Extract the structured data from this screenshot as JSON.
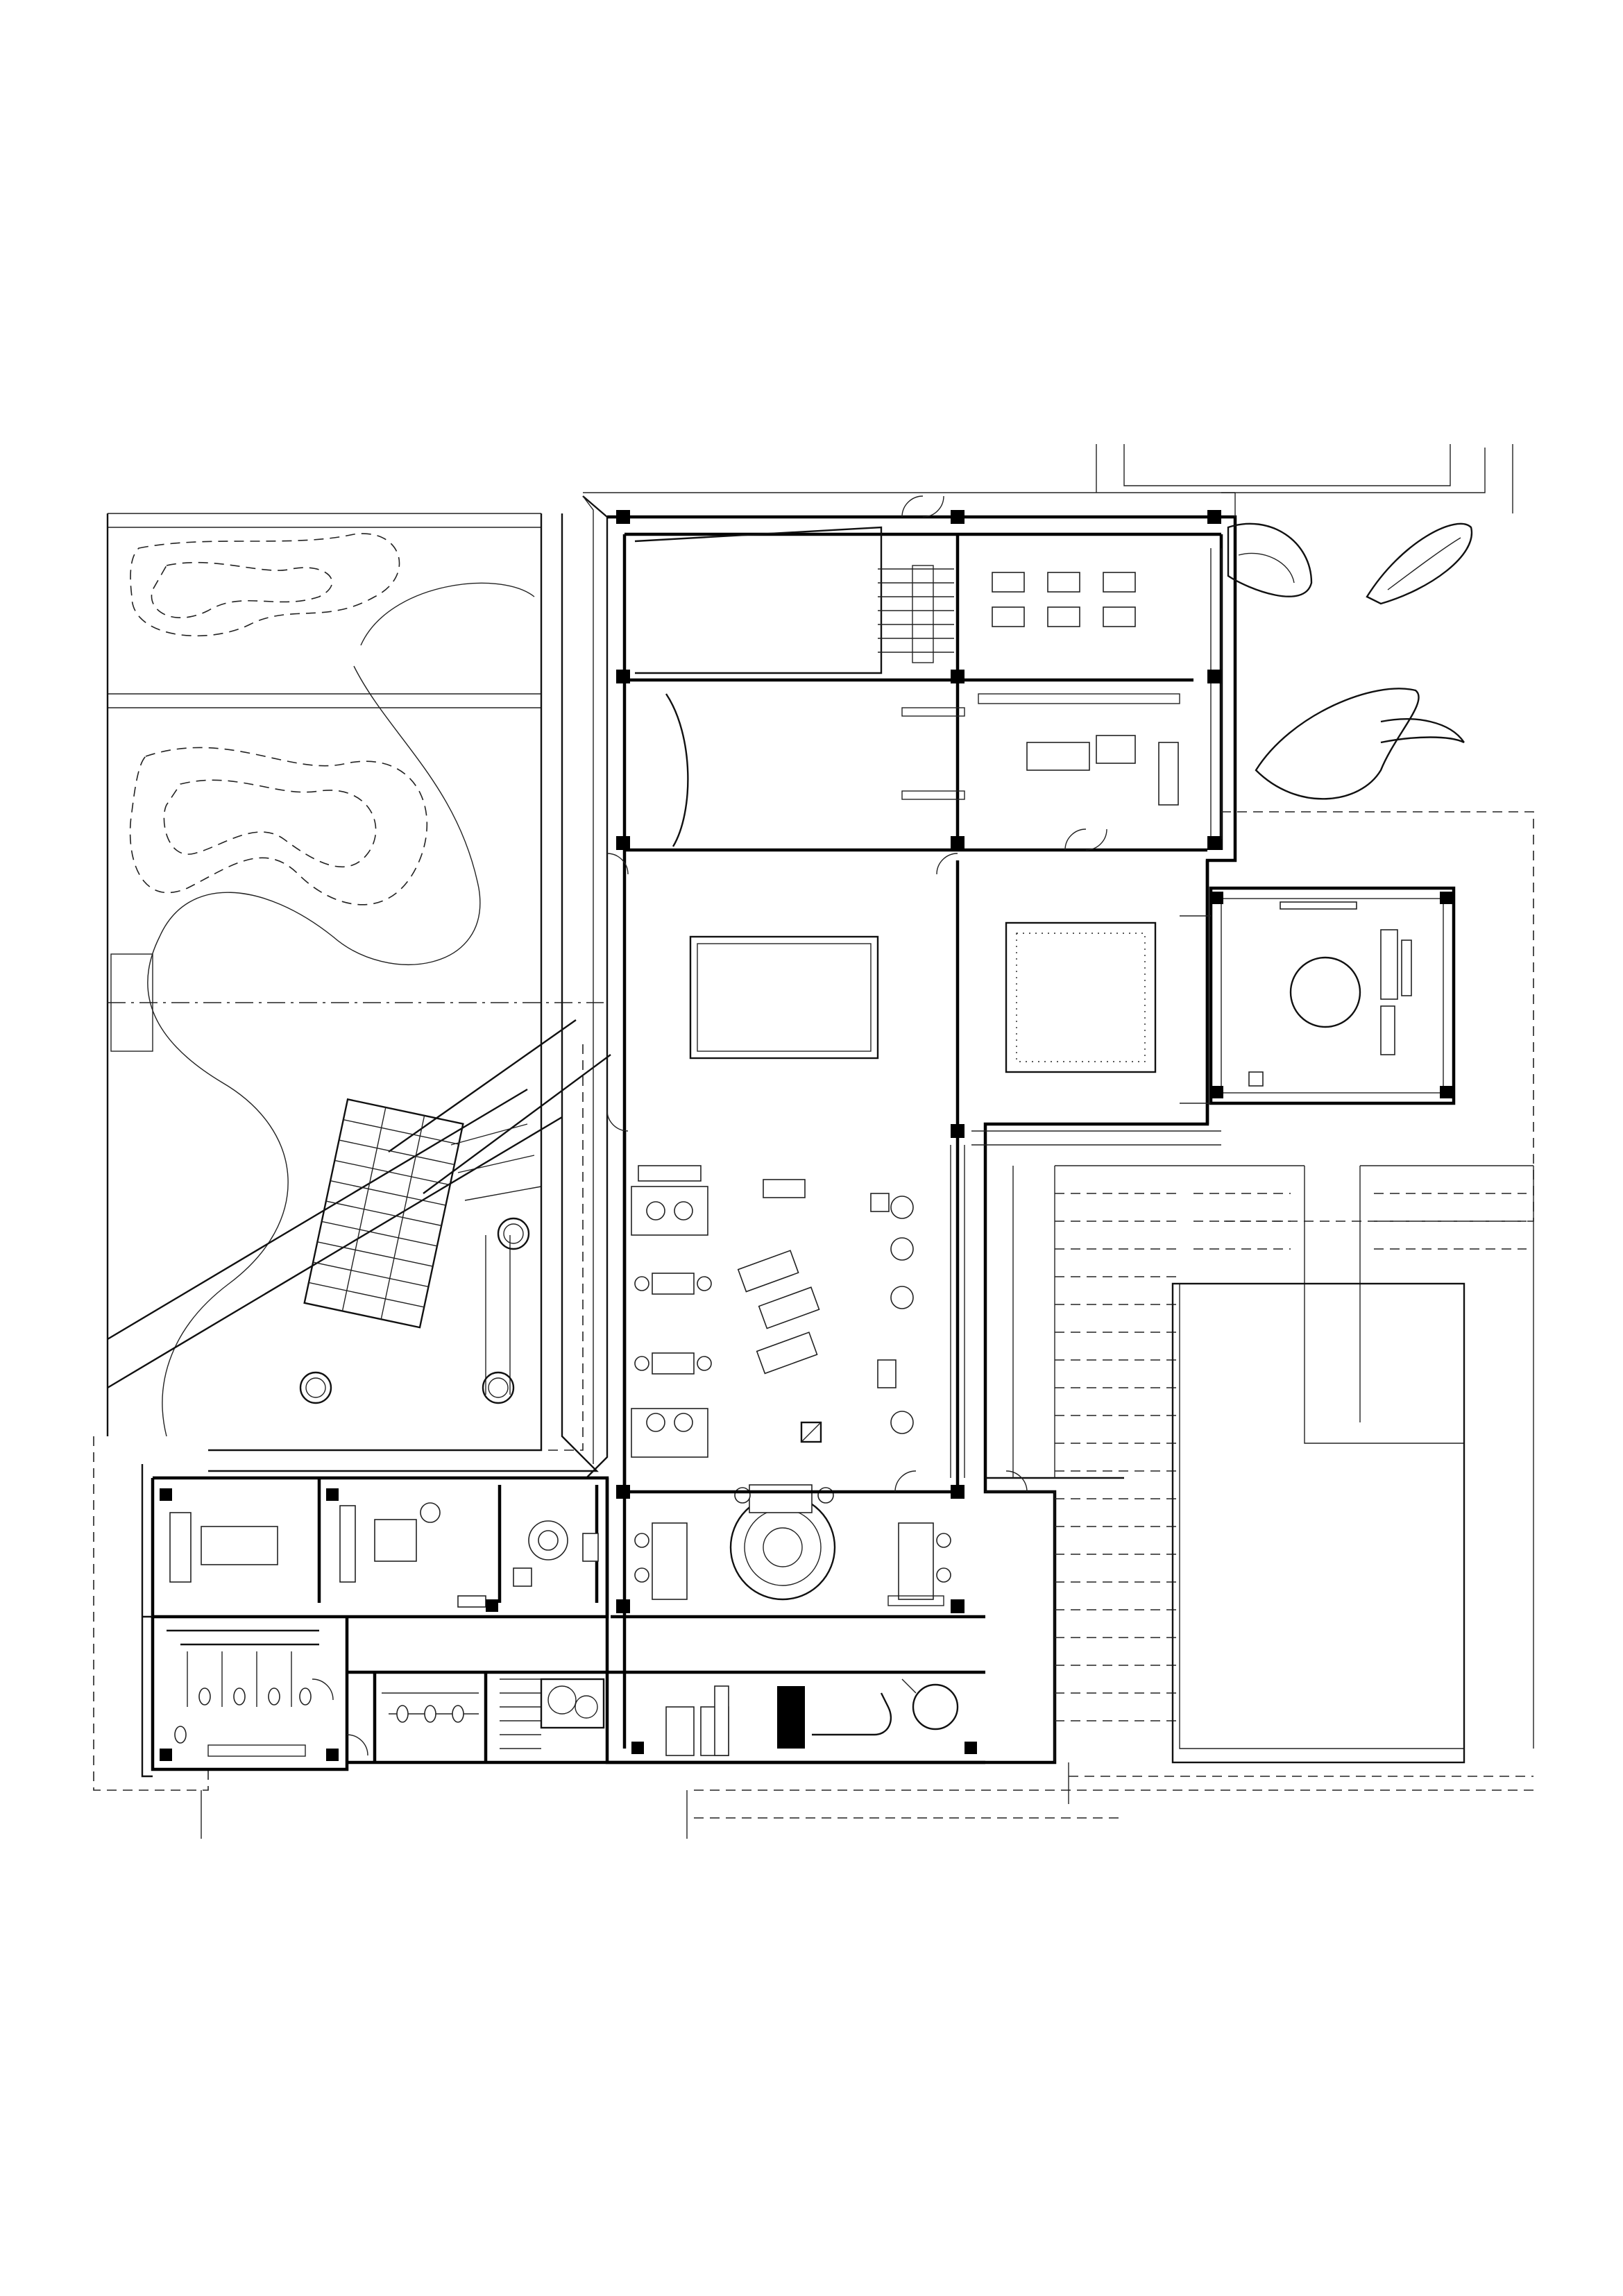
{
  "drawing": {
    "type": "architectural-floor-plan",
    "text_labels": []
  },
  "colors": {
    "background": "#ffffff",
    "linework": "#111111",
    "poured_columns": "#000000"
  },
  "icons": [
    "column-marker",
    "door-swing",
    "stair",
    "toilet",
    "table-with-chairs"
  ]
}
